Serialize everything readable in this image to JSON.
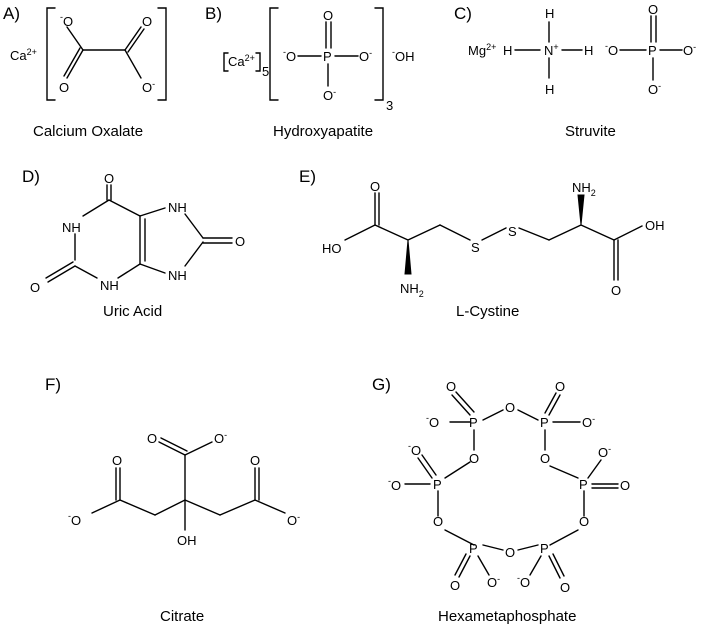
{
  "panels": {
    "a": {
      "label": "A)",
      "name": "Calcium Oxalate",
      "cation": "Ca",
      "cation_charge": "2+"
    },
    "b": {
      "label": "B)",
      "name": "Hydroxyapatite",
      "cation": "Ca",
      "cation_charge": "2+",
      "cation_count": "5",
      "repeat": "3",
      "hydroxide": "OH"
    },
    "c": {
      "label": "C)",
      "name": "Struvite",
      "cation": "Mg",
      "cation_charge": "2+"
    },
    "d": {
      "label": "D)",
      "name": "Uric Acid"
    },
    "e": {
      "label": "E)",
      "name": "L-Cystine"
    },
    "f": {
      "label": "F)",
      "name": "Citrate"
    },
    "g": {
      "label": "G)",
      "name": "Hexametaphosphate"
    }
  },
  "atoms": {
    "O": "O",
    "P": "P",
    "N": "N",
    "H": "H",
    "S": "S",
    "NH": "NH",
    "HO": "HO",
    "OH": "OH",
    "NH2": "NH",
    "NH2_sub": "2",
    "minus": "-",
    "plus": "+"
  }
}
